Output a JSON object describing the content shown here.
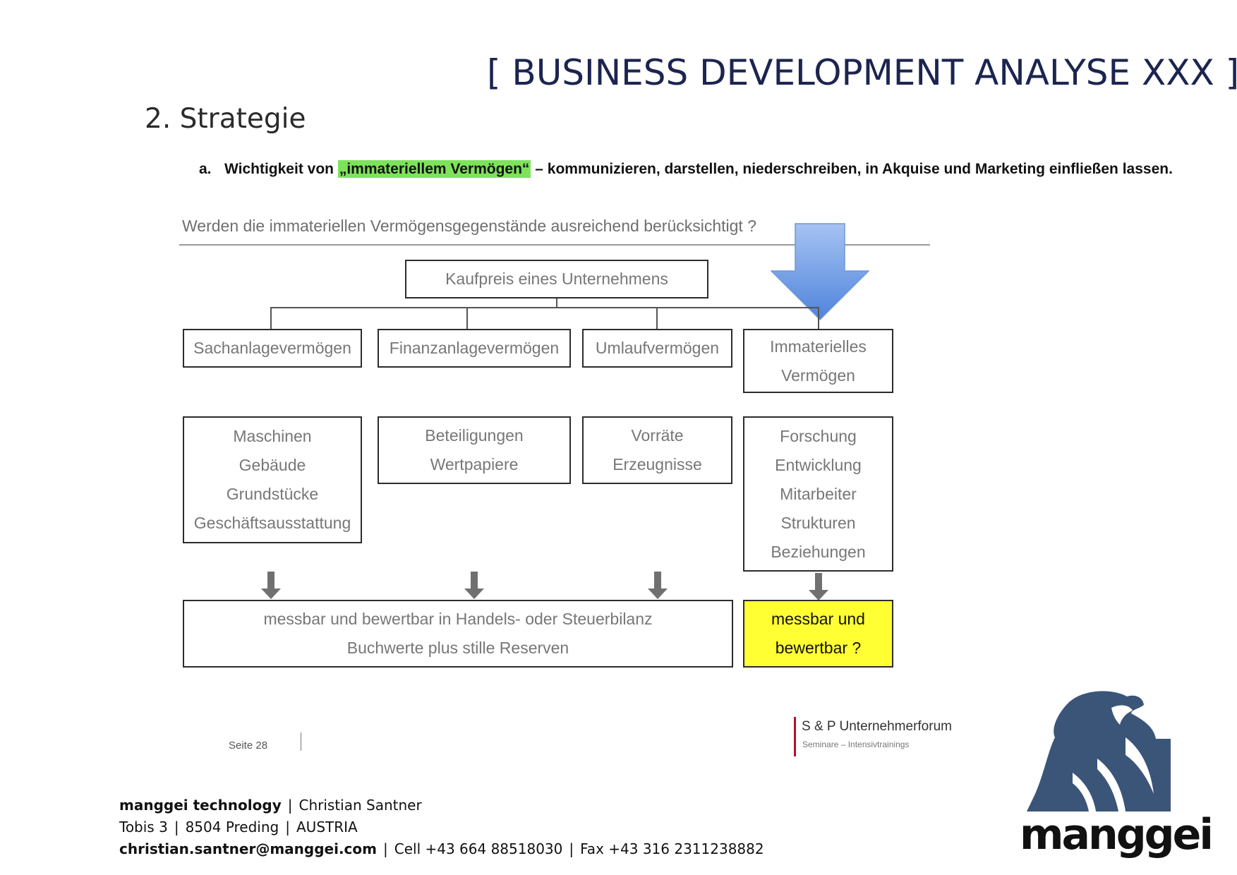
{
  "header": {
    "doc_title": "[ BUSINESS DEVELOPMENT ANALYSE XXX ]",
    "section_title": "2. Strategie"
  },
  "point_a": {
    "marker": "a.",
    "prefix": "Wichtigkeit von ",
    "highlight": "„immateriellem Vermögen“",
    "suffix": " – kommunizieren, darstellen, niederschreiben, in Akquise und Marketing einfließen lassen.",
    "highlight_color": "#7de35a"
  },
  "diagram": {
    "question": "Werden die immateriellen Vermögensgegenstände ausreichend berücksichtigt ?",
    "root": "Kaufpreis eines Unternehmens",
    "categories": [
      "Sachanlagevermögen",
      "Finanzanlagevermögen",
      "Umlaufvermögen",
      "Immaterielles Vermögen"
    ],
    "examples": [
      [
        "Maschinen",
        "Gebäude",
        "Grundstücke",
        "Geschäftsausstattung"
      ],
      [
        "Beteiligungen",
        "Wertpapiere"
      ],
      [
        "Vorräte",
        "Erzeugnisse"
      ],
      [
        "Forschung",
        "Entwicklung",
        "Mitarbeiter",
        "Strukturen",
        "Beziehungen"
      ]
    ],
    "result_tangible": {
      "line1": "messbar und bewertbar in Handels- oder Steuerbilanz",
      "line2": "Buchwerte plus stille Reserven"
    },
    "result_intangible": {
      "line1": "messbar und",
      "line2": "bewertbar ?",
      "color": "#ffff33"
    },
    "highlight_arrow_color": "#5b8fe0"
  },
  "page": {
    "page_label": "Seite 28"
  },
  "partner": {
    "name": "S & P Unternehmerforum",
    "tagline": "Seminare – Intensivtrainings"
  },
  "footer": {
    "company": "manggei technology",
    "person": "Christian Santner",
    "street": "Tobis 3",
    "city": "8504 Preding",
    "country": "AUSTRIA",
    "email": "christian.santner@manggei.com",
    "cell": "Cell +43 664 88518030",
    "fax": "Fax +43 316 2311238882"
  },
  "logo": {
    "text": "manggei",
    "color": "#3a5578"
  }
}
